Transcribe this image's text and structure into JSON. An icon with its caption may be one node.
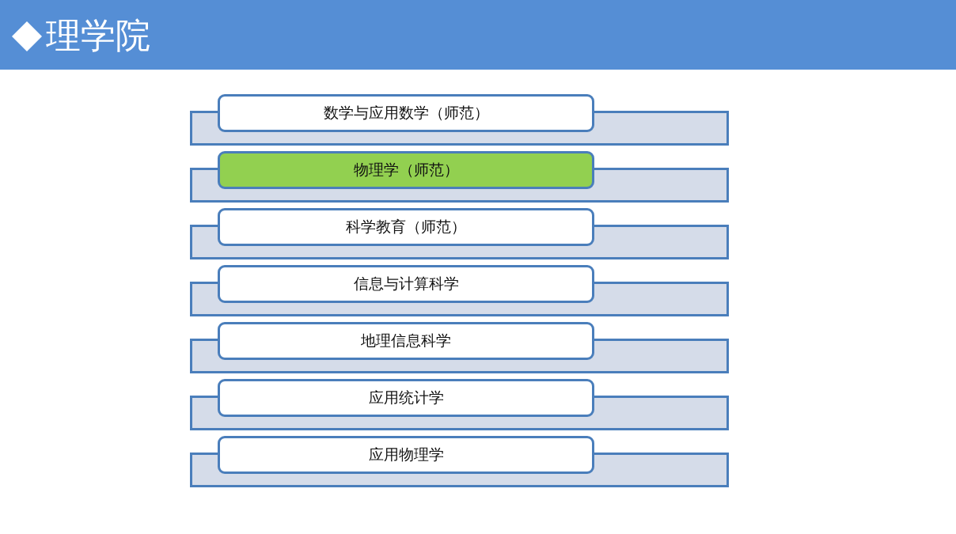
{
  "diagram": {
    "title": "理学院",
    "nodes": [
      {
        "text": [
          "数学与应用数学（师范）"
        ]
      },
      {
        "text": [],
        "shape": "band"
      },
      {
        "text": [
          "物理学（师范）"
        ]
      },
      {
        "text": [],
        "shape": "band"
      },
      {
        "text": [
          "科学教育（师范）"
        ]
      },
      {
        "text": [],
        "shape": "band"
      },
      {
        "text": [
          "信息与计算科学"
        ]
      },
      {
        "text": [],
        "shape": "band"
      },
      {
        "text": [
          "地理信息科学"
        ]
      },
      {
        "text": [],
        "shape": "band"
      },
      {
        "text": [
          "应用统计学"
        ]
      },
      {
        "text": [],
        "shape": "band"
      },
      {
        "text": [
          "应用物理学"
        ]
      },
      {
        "text": [],
        "shape": "band"
      }
    ]
  }
}
